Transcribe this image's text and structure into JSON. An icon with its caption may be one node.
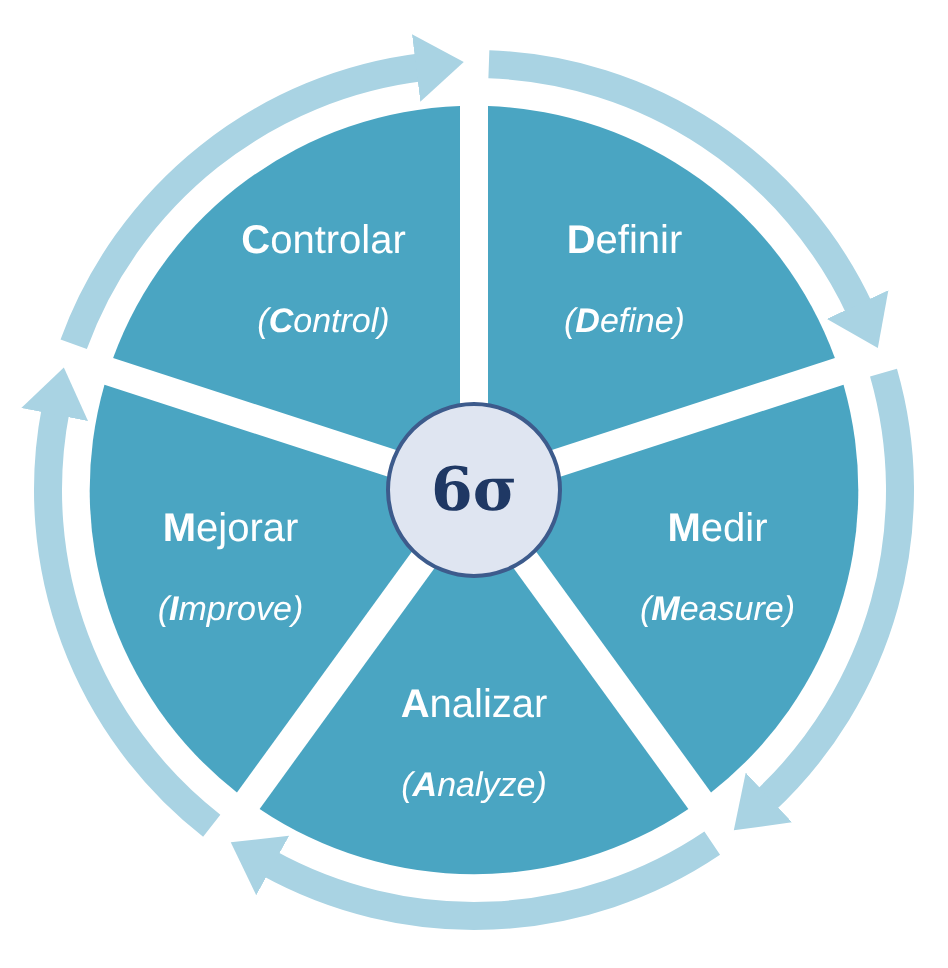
{
  "diagram": {
    "nodes": [
      {
        "text": [
          "**D**efinir",
          "(**D**efine)"
        ]
      },
      {
        "text": [
          "**M**edir",
          "(**M**easure)"
        ]
      },
      {
        "text": [
          "**A**nalizar",
          "(**A**nalyze)"
        ]
      },
      {
        "text": [
          "**M**ejorar",
          "(**I**mprove)"
        ]
      },
      {
        "text": [
          "**C**ontrolar",
          "(**C**ontrol)"
        ]
      },
      {
        "text": [
          "6σ"
        ]
      }
    ]
  }
}
